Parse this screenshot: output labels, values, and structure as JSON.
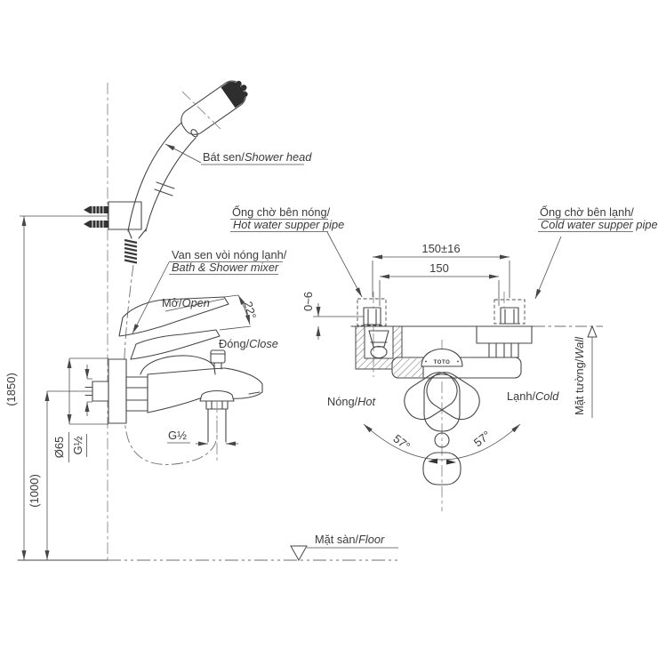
{
  "labels": {
    "shower_head": {
      "vi": "Bát sen/",
      "en": "Shower head"
    },
    "hot_pipe": {
      "vi": "Ống chờ bên nóng/",
      "en": "Hot water supper pipe"
    },
    "cold_pipe": {
      "vi": "Ống chờ bên lạnh/",
      "en": "Cold water supper pipe"
    },
    "mixer": {
      "vi": "Van sen vòi nóng lạnh/",
      "en": "Bath & Shower mixer"
    },
    "open": {
      "vi": "Mở/",
      "en": "Open"
    },
    "close": {
      "vi": "Đóng/",
      "en": "Close"
    },
    "hot": {
      "vi": "Nóng/",
      "en": "Hot"
    },
    "cold": {
      "vi": "Lạnh/",
      "en": "Cold"
    },
    "wall": {
      "vi": "Mặt tường/",
      "en": "Wall"
    },
    "floor": {
      "vi": "Mặt sàn/",
      "en": "Floor"
    },
    "brand": "TOTO"
  },
  "dimensions": {
    "shower_height": "(1850)",
    "mixer_height": "(1000)",
    "escutcheon_diameter": "Ø65",
    "wall_thread": "G½",
    "outlet_thread": "G½",
    "pipe_span_tolerance": "150±16",
    "pipe_span": "150",
    "pipe_protrusion": "0~6",
    "open_angle": "22°",
    "handle_swing_left": "57°",
    "handle_swing_right": "57°"
  },
  "colors": {
    "line": "#474747",
    "text": "#3b3b3b",
    "centerline": "#8a8a8a",
    "spray_face": "#2e2e2e"
  }
}
